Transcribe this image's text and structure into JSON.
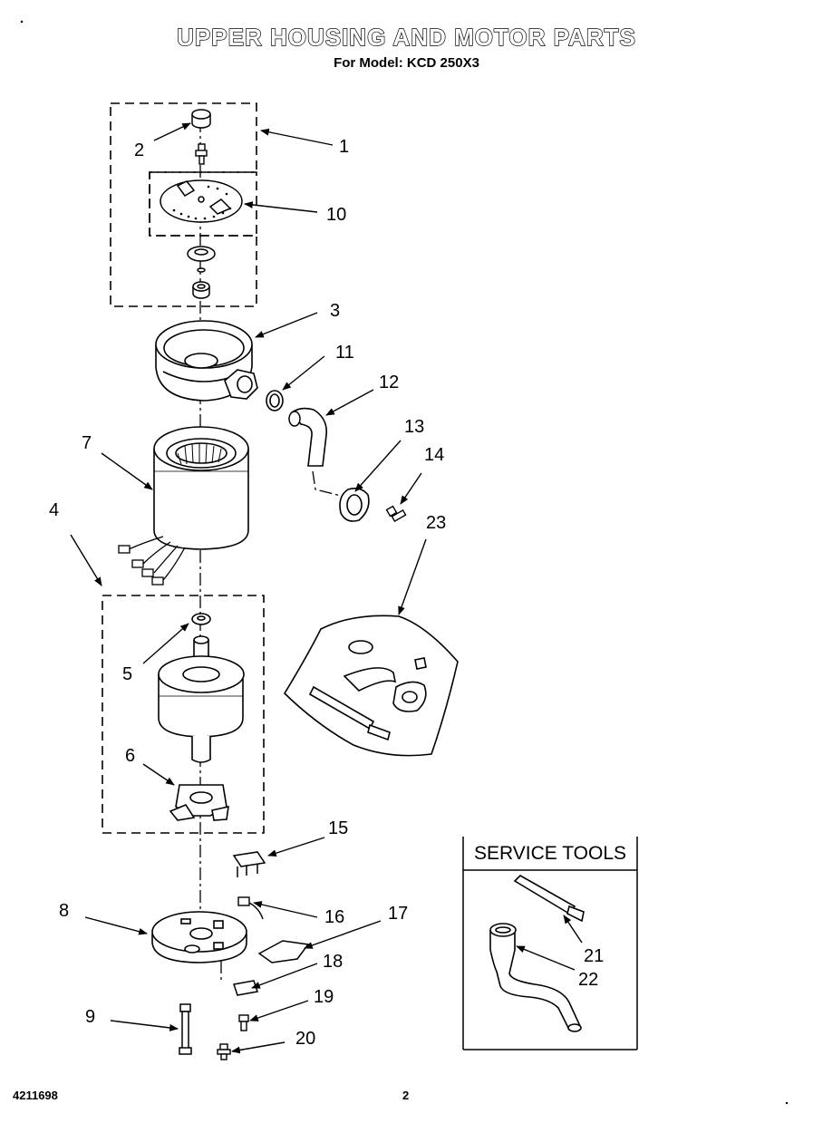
{
  "header": {
    "title": "UPPER HOUSING AND MOTOR PARTS",
    "subtitle": "For Model: KCD 250X3"
  },
  "callouts": {
    "c1": "1",
    "c2": "2",
    "c3": "3",
    "c4": "4",
    "c5": "5",
    "c6": "6",
    "c7": "7",
    "c8": "8",
    "c9": "9",
    "c10": "10",
    "c11": "11",
    "c12": "12",
    "c13": "13",
    "c14": "14",
    "c15": "15",
    "c16": "16",
    "c17": "17",
    "c18": "18",
    "c19": "19",
    "c20": "20",
    "c21": "21",
    "c22": "22",
    "c23": "23"
  },
  "service_tools": {
    "title": "SERVICE TOOLS"
  },
  "footer": {
    "doc_number": "4211698",
    "page_number": "2"
  }
}
